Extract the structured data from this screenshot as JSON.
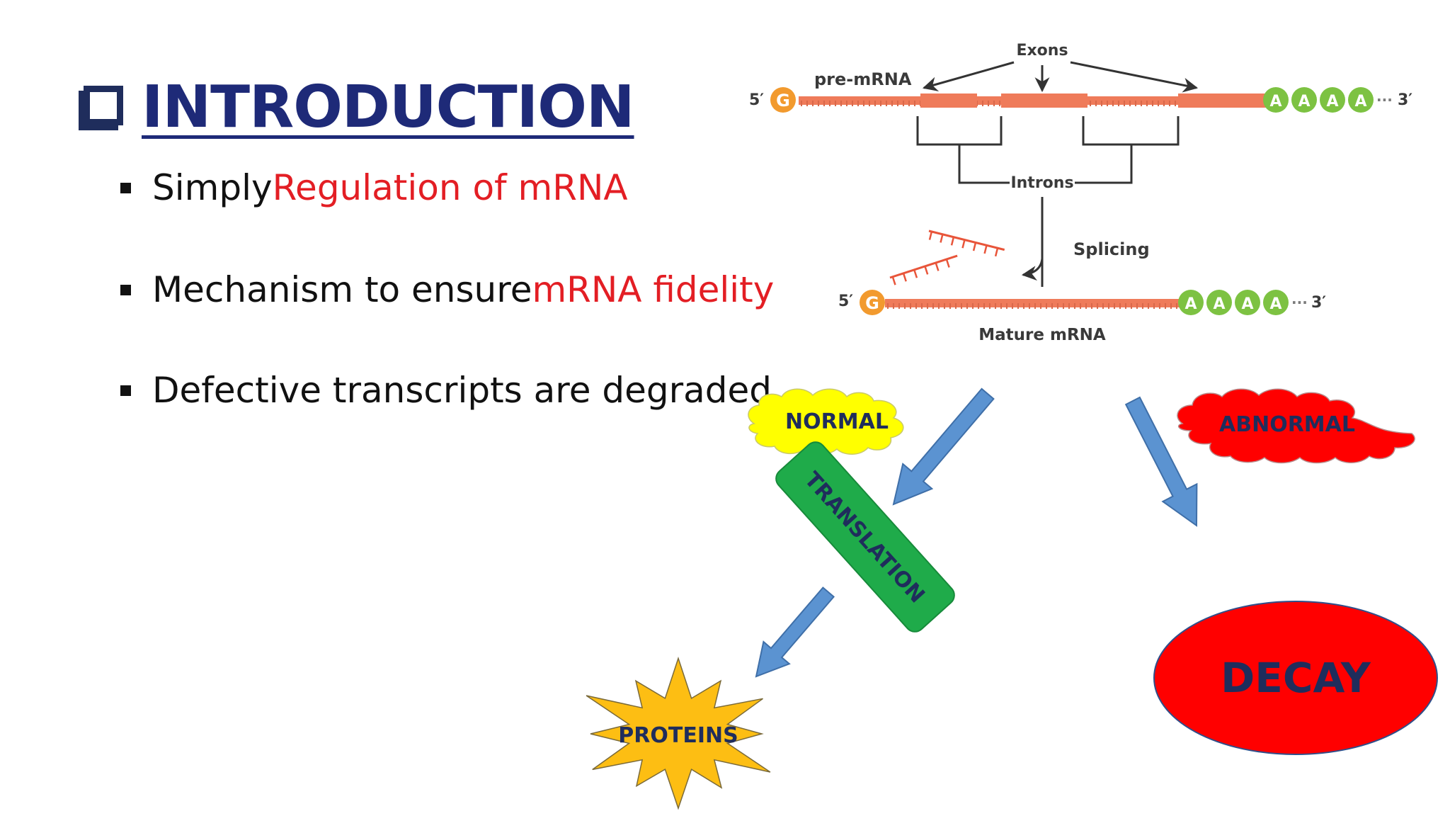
{
  "title": "INTRODUCTION",
  "bullets": [
    {
      "text": "Simply ",
      "highlight": "Regulation of mRNA"
    },
    {
      "text": "Mechanism to ensure ",
      "highlight": "mRNA fidelity"
    },
    {
      "text": "Defective transcripts are degraded",
      "highlight": ""
    }
  ],
  "splicing": {
    "exons": "Exons",
    "pre_mrna": "pre-mRNA",
    "introns": "Introns",
    "splicing": "Splicing",
    "mature_mrna": "Mature mRNA",
    "five_prime": "5′",
    "three_prime": "3′",
    "cap": "G",
    "poly_a": "A",
    "dots": "···"
  },
  "flow": {
    "normal": "NORMAL",
    "abnormal": "ABNORMAL",
    "translation": "TRANSLATION",
    "proteins": "PROTEINS",
    "decay": "DECAY"
  },
  "colors": {
    "title": "#1e2a78",
    "highlight": "#e31e24",
    "strand": "#ef7b5a",
    "cap": "#f29a2e",
    "poly_a": "#7dc242",
    "arrow": "#5b93d1",
    "normal_cloud": "#ffff00",
    "abnormal_cloud": "#ff0000",
    "translation_box": "#1fab4a",
    "proteins_star": "#fdbe13",
    "decay_ellipse": "#ff0000"
  },
  "icons": [
    "checkbox-square-icon",
    "bullet-square-icon",
    "arrow-icon",
    "cloud-icon",
    "starburst-icon"
  ]
}
